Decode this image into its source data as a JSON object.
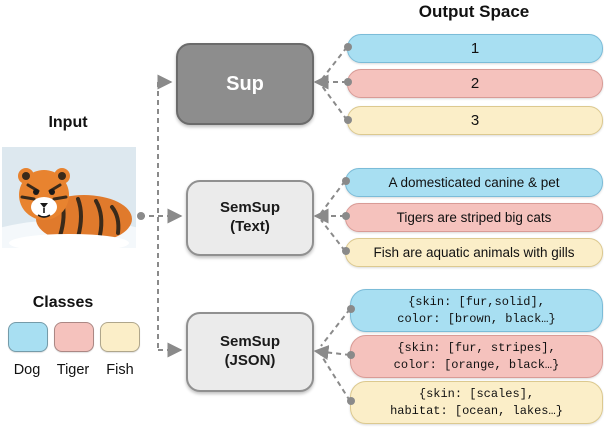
{
  "title": "Output Space",
  "input_label": "Input",
  "classes": {
    "label": "Classes",
    "items": [
      {
        "name": "Dog",
        "color": "#a8dff2"
      },
      {
        "name": "Tiger",
        "color": "#f5c2bd"
      },
      {
        "name": "Fish",
        "color": "#fbeec8"
      }
    ]
  },
  "models": [
    {
      "label": "Sup"
    },
    {
      "label": "SemSup\n(Text)"
    },
    {
      "label": "SemSup\n(JSON)"
    }
  ],
  "outputs": {
    "sup": [
      "1",
      "2",
      "3"
    ],
    "text": [
      "A domesticated canine & pet",
      "Tigers are striped big cats",
      "Fish are aquatic animals with gills"
    ],
    "json": [
      "{skin: [fur,solid],\ncolor: [brown, black…}",
      "{skin: [fur, stripes],\ncolor: [orange, black…}",
      "{skin: [scales],\nhabitat: [ocean, lakes…}"
    ]
  },
  "colors": {
    "class_blue": "#a8dff2",
    "class_pink": "#f5c2bd",
    "class_yellow": "#fbeec8",
    "sup_box": "#8d8d8d",
    "semsup_box": "#ebebeb",
    "connector": "#8a8a8a"
  }
}
